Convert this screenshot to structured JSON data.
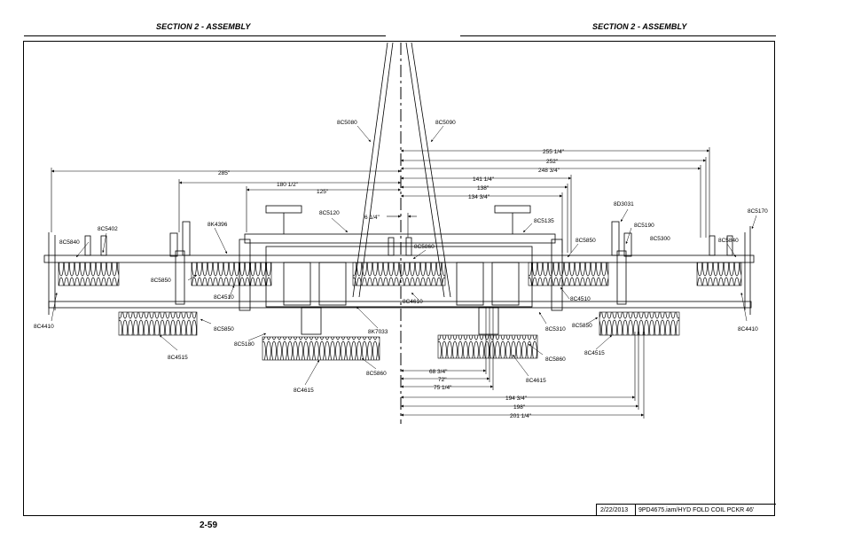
{
  "header": {
    "left_section": "SECTION 2 - ASSEMBLY",
    "right_section": "SECTION 2 - ASSEMBLY"
  },
  "footer": {
    "page_number": "2-59",
    "date": "2/22/2013",
    "file_title": "9PD4675.iam/HYD FOLD COIL PCKR 46'"
  },
  "dimensions": {
    "d255": "255 1/4\"",
    "d252": "252\"",
    "d248": "248 3/4\"",
    "d141": "141 1/4\"",
    "d138": "138\"",
    "d134": "134 3/4\"",
    "d285": "285\"",
    "d180": "180 1/2\"",
    "d125": "125\"",
    "d6": "6 1/4\"",
    "d68": "68 3/4\"",
    "d72": "72\"",
    "d75": "75 1/4\"",
    "d194": "194 3/4\"",
    "d198": "198\"",
    "d201": "201 1/4\""
  },
  "parts": {
    "p8C5080": "8C5080",
    "p8C5090": "8C5090",
    "p8D3031": "8D3031",
    "p8C5170": "8C5170",
    "p8C5120": "8C5120",
    "p8C5135": "8C5135",
    "p8C5190": "8C5190",
    "p8C5300": "8C5300",
    "p8C5840L": "8C5840",
    "p8C5840R": "8C5840",
    "p8C5402": "8C5402",
    "p8K4396": "8K4396",
    "p8C5860T": "8C5860",
    "p8C5850TR": "8C5850",
    "p8C5850L": "8C5850",
    "p8C4510L": "8C4510",
    "p8C4610": "8C4610",
    "p8C4510R": "8C4510",
    "p8C4410L": "8C4410",
    "p8C4410R": "8C4410",
    "p8C5850BL": "8C5850",
    "p8C5180": "8C5180",
    "p8K7033": "8K7033",
    "p8C5310": "8C5310",
    "p8C5850BR": "8C5850",
    "p8C4515L": "8C4515",
    "p8C4515R": "8C4515",
    "p8C5860BR": "8C5860",
    "p8C5860BL": "8C5860",
    "p8C4615R": "8C4615",
    "p8C4615L": "8C4615"
  }
}
